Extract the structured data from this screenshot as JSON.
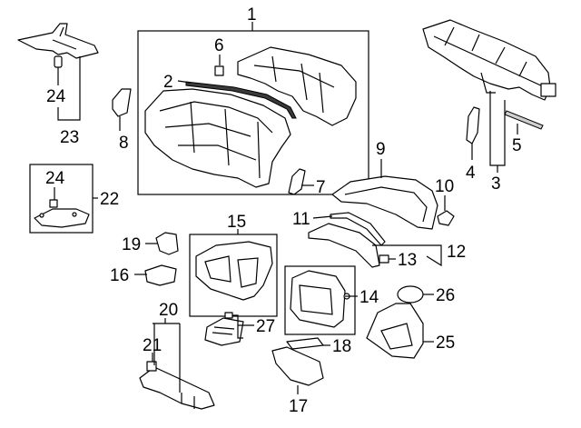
{
  "callouts": [
    {
      "id": "c1",
      "text": "1"
    },
    {
      "id": "c2",
      "text": "2"
    },
    {
      "id": "c3",
      "text": "3"
    },
    {
      "id": "c4",
      "text": "4"
    },
    {
      "id": "c5",
      "text": "5"
    },
    {
      "id": "c6",
      "text": "6"
    },
    {
      "id": "c7",
      "text": "7"
    },
    {
      "id": "c8",
      "text": "8"
    },
    {
      "id": "c9",
      "text": "9"
    },
    {
      "id": "c10",
      "text": "10"
    },
    {
      "id": "c11",
      "text": "11"
    },
    {
      "id": "c12",
      "text": "12"
    },
    {
      "id": "c13",
      "text": "13"
    },
    {
      "id": "c14",
      "text": "14"
    },
    {
      "id": "c15",
      "text": "15"
    },
    {
      "id": "c16",
      "text": "16"
    },
    {
      "id": "c17",
      "text": "17"
    },
    {
      "id": "c18",
      "text": "18"
    },
    {
      "id": "c19",
      "text": "19"
    },
    {
      "id": "c20",
      "text": "20"
    },
    {
      "id": "c21",
      "text": "21"
    },
    {
      "id": "c22",
      "text": "22"
    },
    {
      "id": "c23",
      "text": "23"
    },
    {
      "id": "c24a",
      "text": "24"
    },
    {
      "id": "c24b",
      "text": "24"
    },
    {
      "id": "c25",
      "text": "25"
    },
    {
      "id": "c26",
      "text": "26"
    },
    {
      "id": "c27",
      "text": "27"
    }
  ]
}
